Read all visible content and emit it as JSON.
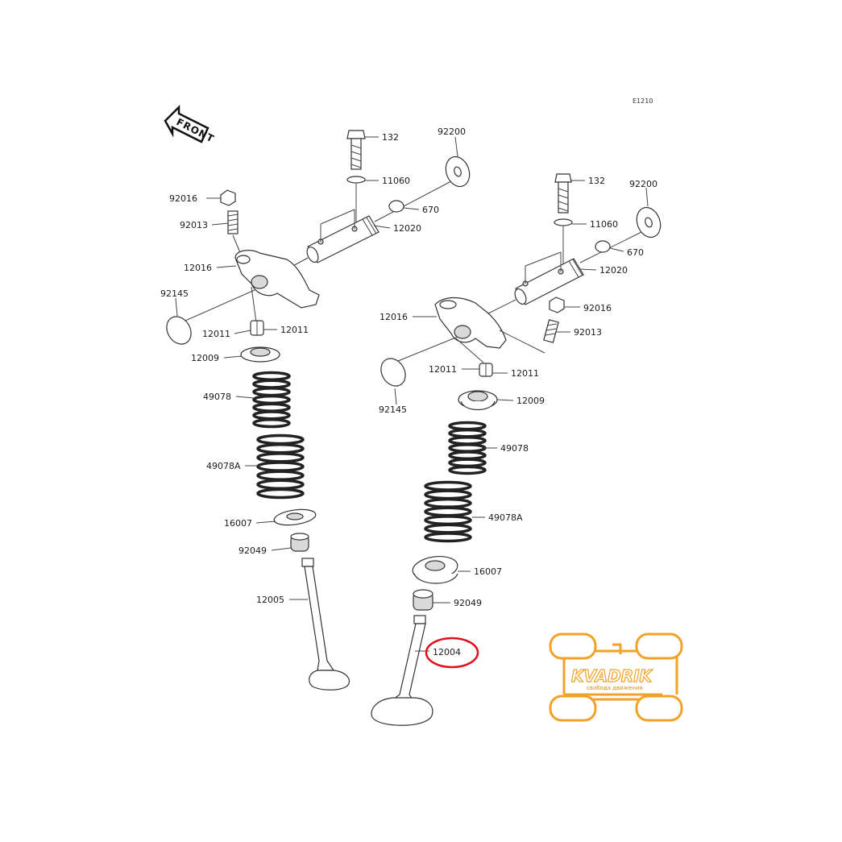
{
  "diagram_code": "E1210",
  "front_label": "FRONT",
  "labels": {
    "l_132": "132",
    "l_92200": "92200",
    "l_11060": "11060",
    "l_670": "670",
    "l_12020": "12020",
    "l_92016": "92016",
    "l_92013": "92013",
    "l_12016": "12016",
    "l_92145": "92145",
    "l_12011a": "12011",
    "l_12011b": "12011",
    "l_12009": "12009",
    "l_49078": "49078",
    "l_49078A": "49078A",
    "l_16007": "16007",
    "l_92049": "92049",
    "l_12005": "12005",
    "r_132": "132",
    "r_92200": "92200",
    "r_11060": "11060",
    "r_670": "670",
    "r_12020": "12020",
    "r_12016": "12016",
    "r_92016": "92016",
    "r_92013": "92013",
    "r_12011a": "12011",
    "r_12011b": "12011",
    "r_92145": "92145",
    "r_12009": "12009",
    "r_49078": "49078",
    "r_49078A": "49078A",
    "r_16007": "16007",
    "r_92049": "92049",
    "r_12004": "12004"
  },
  "highlight_color": "#e0101c",
  "watermark": {
    "brand": "KVADRIK",
    "tagline": "свобода движения",
    "color": "#f2a226"
  }
}
